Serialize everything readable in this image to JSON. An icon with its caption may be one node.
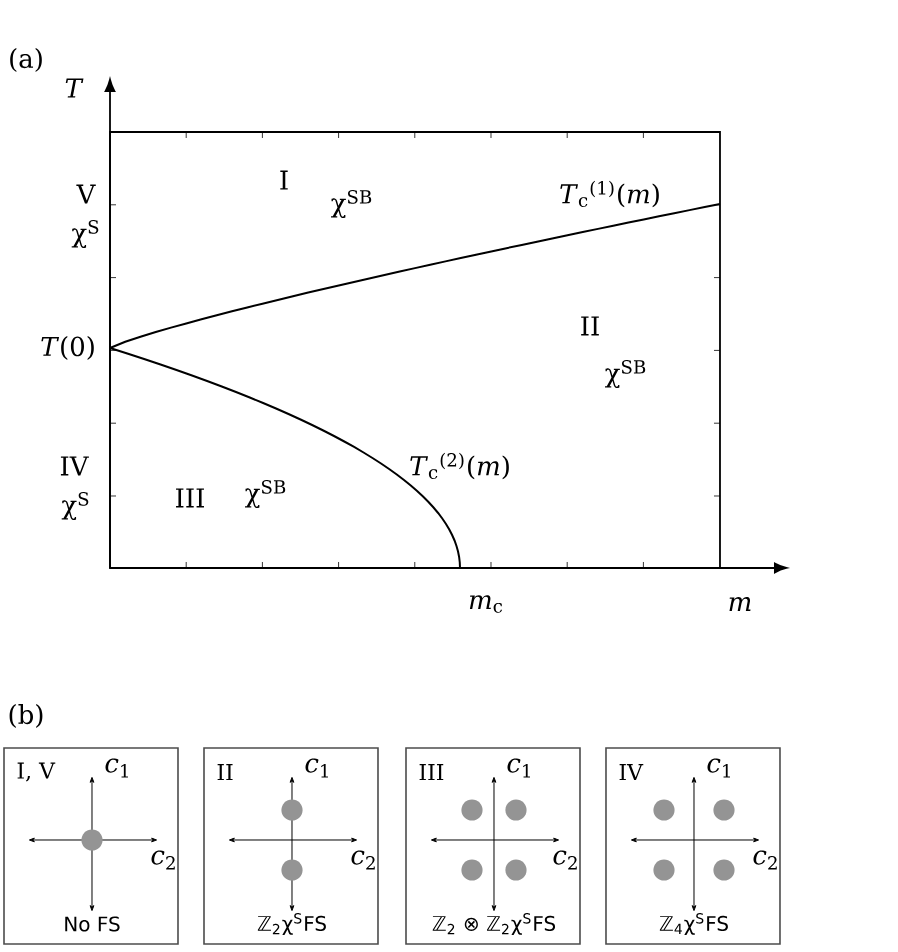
{
  "diagram": {
    "nodes": [
      {
        "text": [
          "I, V",
          "*c*$_{1}$",
          "*c*$_{2}$",
          "No FS"
        ]
      },
      {
        "text": [
          "II",
          "*c*$_{1}$",
          "*c*$_{2}$",
          "ℤ$_{2}$χ$^{S}$FS"
        ]
      },
      {
        "text": [
          "III",
          "*c*$_{1}$",
          "*c*$_{2}$",
          "ℤ$_{2}$ ⊗ ℤ$_{2}$χ$^{S}$FS"
        ]
      },
      {
        "text": [
          "IV",
          "*c*$_{1}$",
          "*c*$_{2}$",
          "ℤ$_{4}$χ$^{S}$FS"
        ]
      }
    ],
    "labels": [
      "(a)",
      "*T*",
      "V",
      "χ$^{S}$",
      "I",
      "χ$^{SB}$",
      "*T*$_{c}$$^{(1)}$(*m*)",
      "*T*(0)",
      "II",
      "χ$^{SB}$",
      "IV",
      "χ$^{S}$",
      "III",
      "χ$^{SB}$",
      "*T*$_{c}$$^{(2)}$(*m*)",
      "*m*$_{c}$",
      "*m*",
      "(b)"
    ]
  }
}
